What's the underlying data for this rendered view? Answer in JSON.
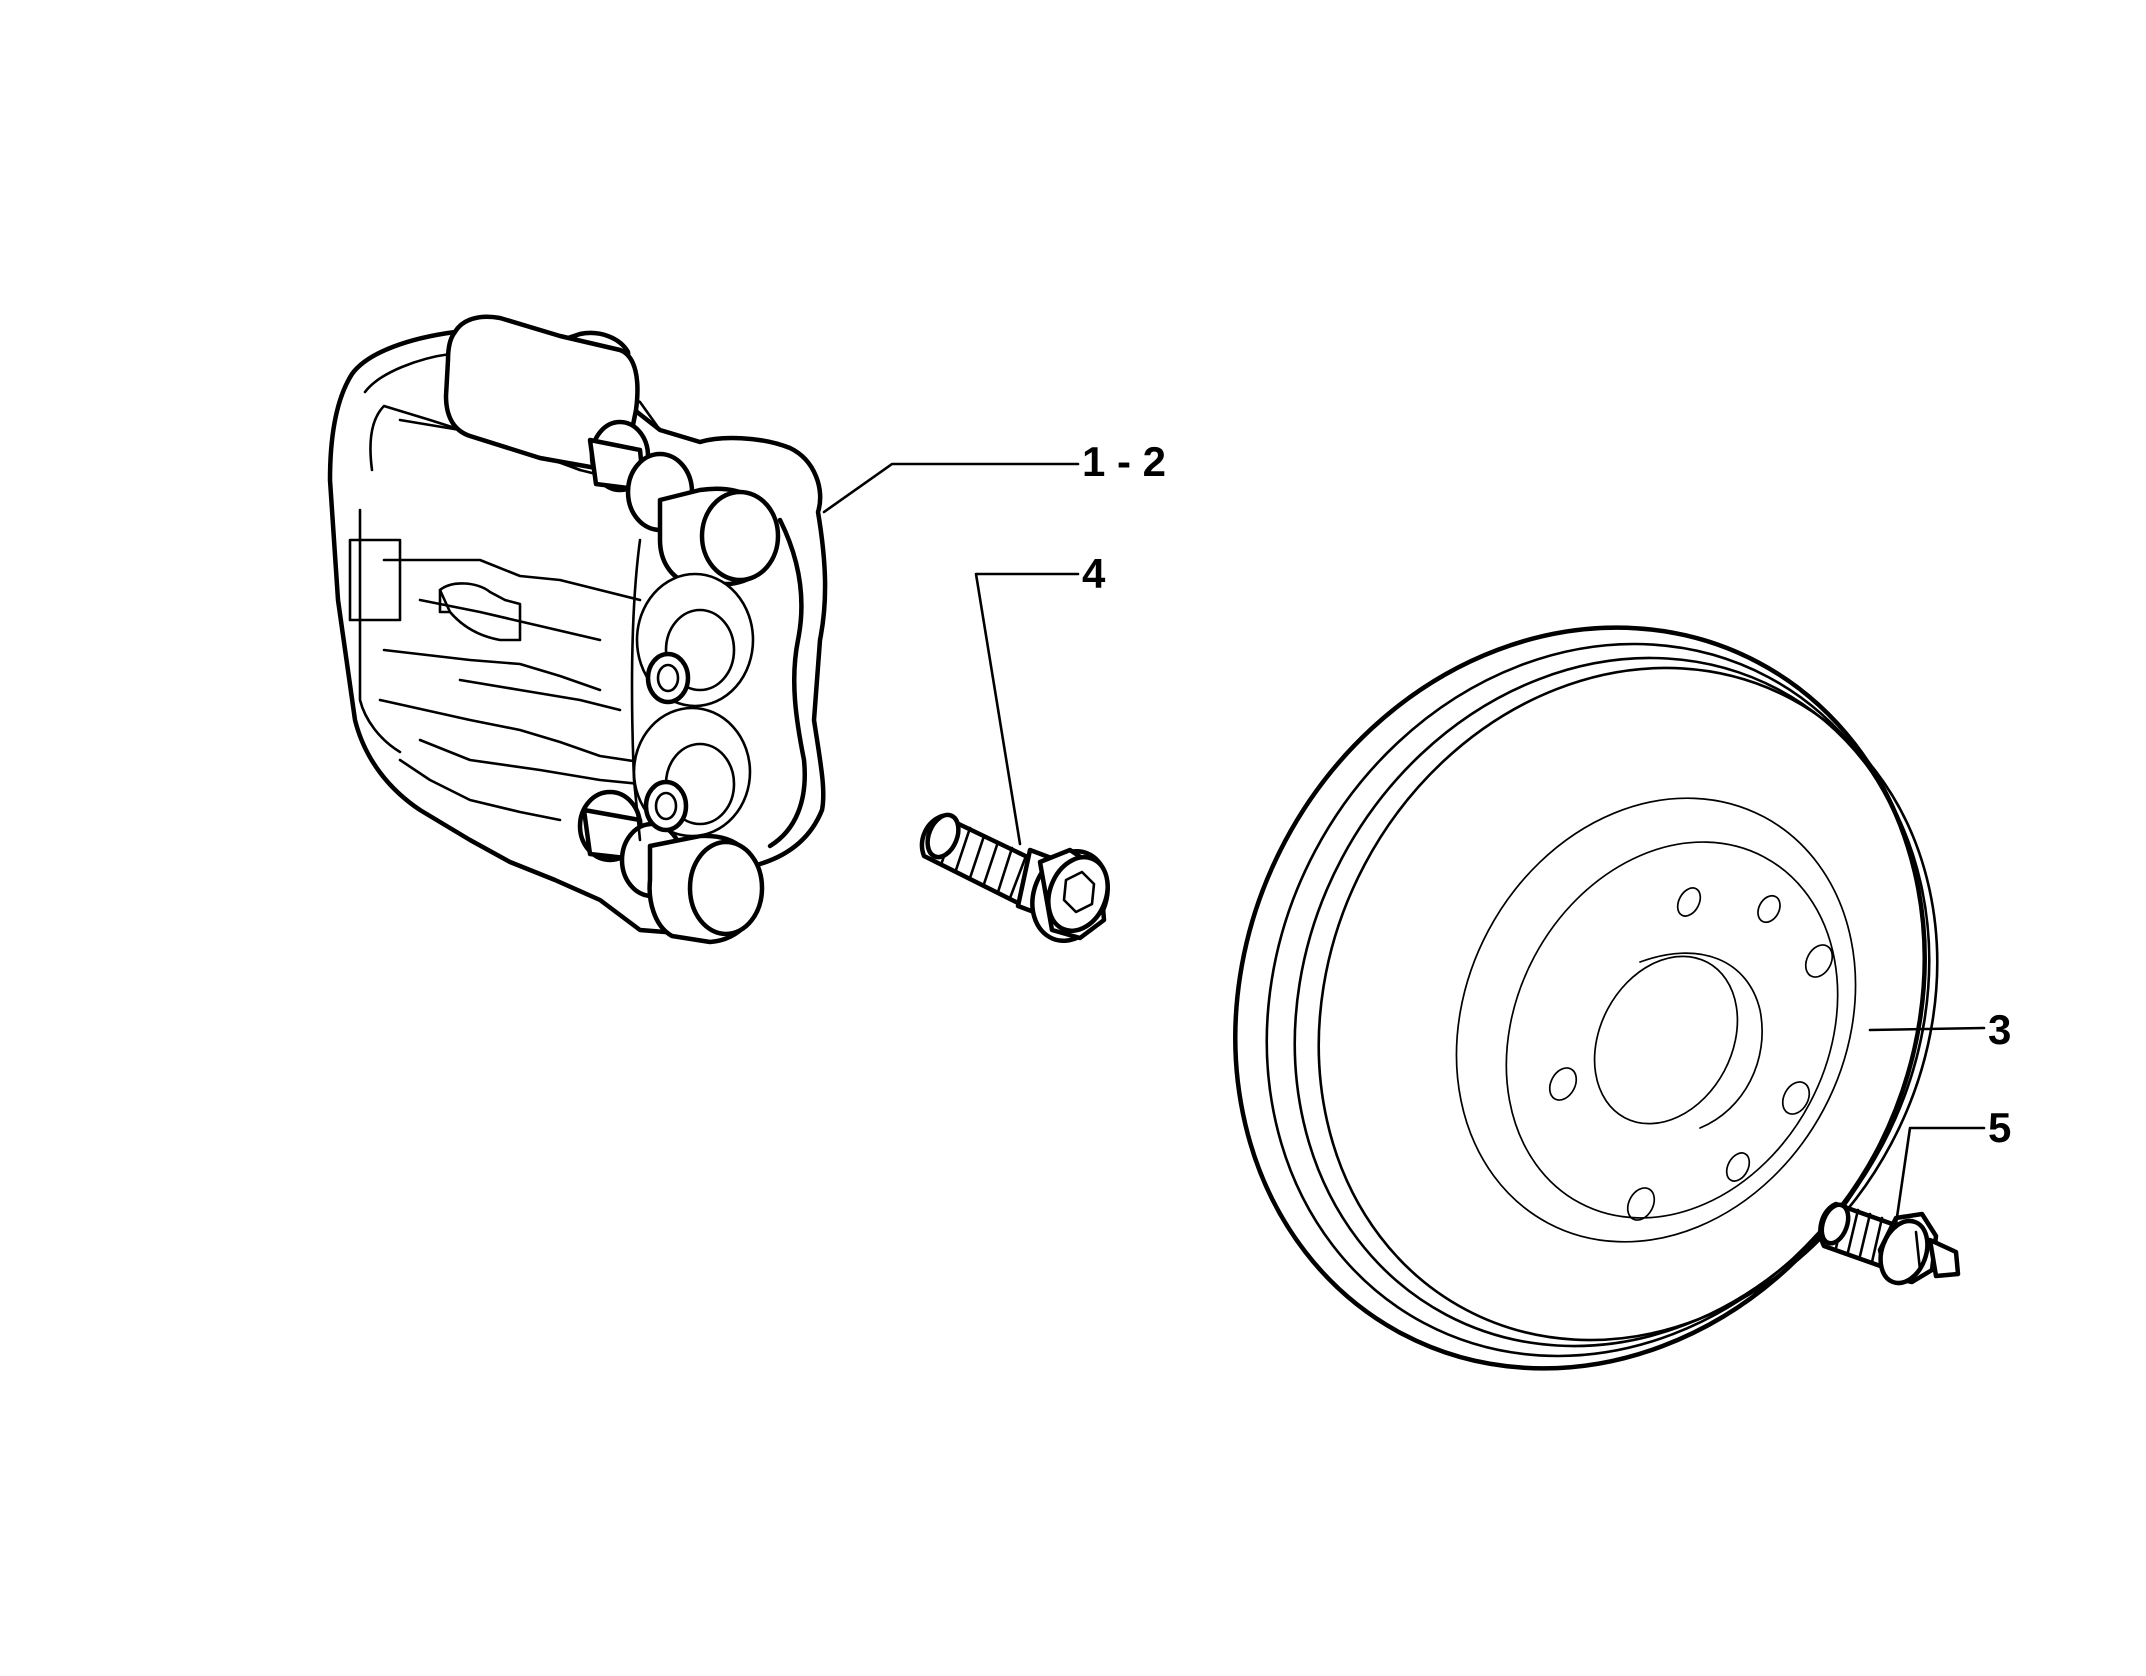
{
  "diagram": {
    "parts": [
      {
        "id": "caliper",
        "label": "1 - 2"
      },
      {
        "id": "caliper-bolt",
        "label": "4"
      },
      {
        "id": "brake-disc",
        "label": "3"
      },
      {
        "id": "disc-screw",
        "label": "5"
      }
    ],
    "colors": {
      "line": "#000000",
      "background": "#ffffff"
    }
  }
}
